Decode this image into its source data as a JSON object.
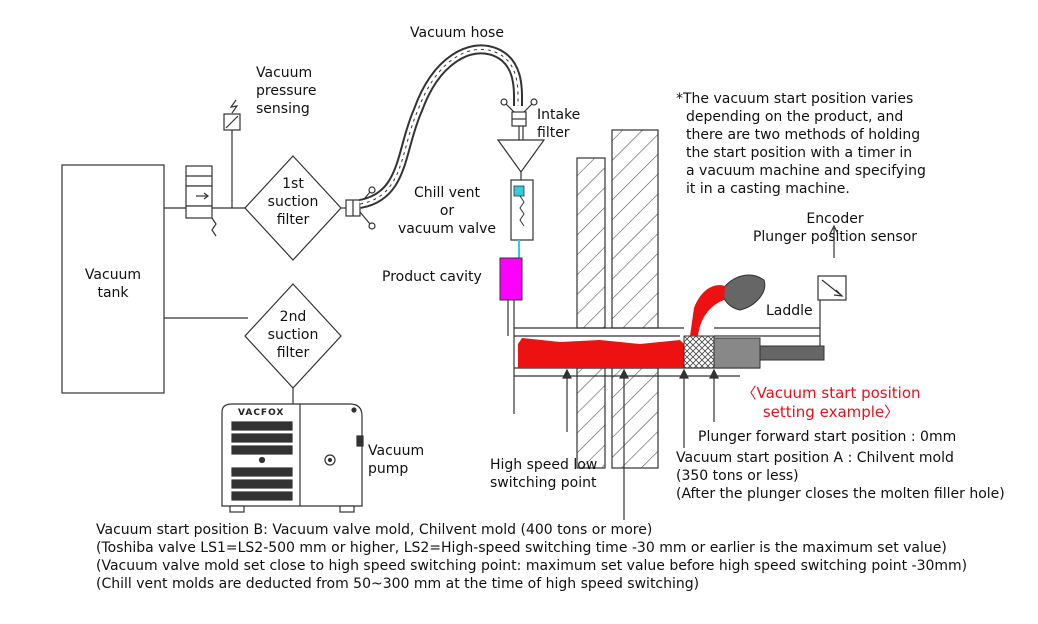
{
  "labels": {
    "vacuum_hose": "Vacuum hose",
    "vacuum_pressure_sensing": [
      "Vacuum",
      "pressure",
      "sensing"
    ],
    "intake_filter": [
      "Intake",
      "filter"
    ],
    "first_suction_filter": [
      "1st",
      "suction",
      "filter"
    ],
    "second_suction_filter": [
      "2nd",
      "suction",
      "filter"
    ],
    "vacuum_tank": [
      "Vacuum",
      "tank"
    ],
    "chill_vent": [
      "Chill vent",
      "or",
      "vacuum valve"
    ],
    "product_cavity": "Product cavity",
    "vacuum_pump": [
      "Vacuum",
      "pump"
    ],
    "pump_brand": "VACFOX",
    "encoder": [
      "Encoder",
      "Plunger position sensor"
    ],
    "laddle": "Laddle",
    "high_speed_point": [
      "High speed low",
      "switching point"
    ],
    "plunger_forward": "Plunger forward start position : 0mm",
    "position_a": [
      "Vacuum start position A : Chilvent mold",
      "(350 tons or less)",
      "(After the plunger closes the molten filler hole)"
    ]
  },
  "note": [
    "*The vacuum start position varies",
    "depending on the product, and",
    "there are two methods of holding",
    "the start position with a timer in",
    "a vacuum machine and specifying",
    "it in a casting machine."
  ],
  "example_title": [
    "〈Vacuum start position",
    "setting example〉"
  ],
  "position_b": [
    "Vacuum start position B: Vacuum valve mold, Chilvent mold (400 tons or more)",
    "(Toshiba valve LS1=LS2-500 mm or higher, LS2=High-speed switching time -30 mm or earlier is the maximum set value)",
    "(Vacuum valve mold set close to high speed switching point: maximum set value before high speed switching point -30mm)",
    "(Chill vent molds are deducted from 50~300 mm at the time of high speed switching)"
  ],
  "colors": {
    "molten_metal": "#ee1111",
    "cavity": "#ff00ff",
    "vent": "#33ccdd",
    "red_text": "#e8101b",
    "line": "#333333"
  }
}
